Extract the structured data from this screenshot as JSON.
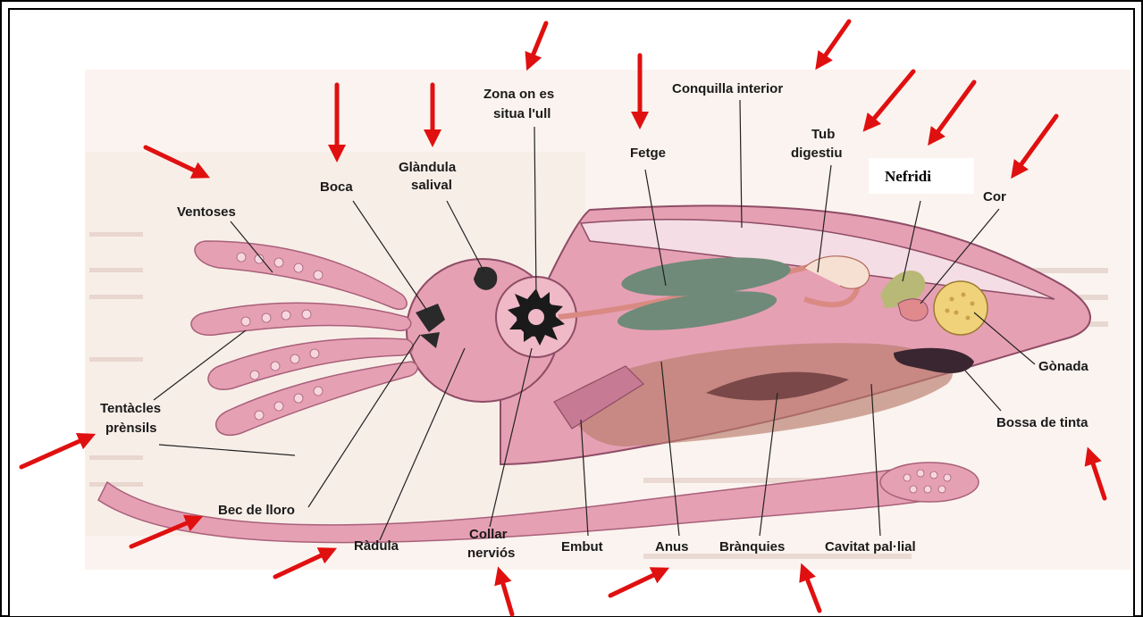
{
  "labels": {
    "ventoses": "Ventoses",
    "boca": "Boca",
    "glandula_line1": "Glàndula",
    "glandula_line2": "salival",
    "zona_line1": "Zona on es",
    "zona_line2": "situa l'ull",
    "fetge": "Fetge",
    "conquilla": "Conquilla interior",
    "tub_line1": "Tub",
    "tub_line2": "digestiu",
    "nefridi": "Nefridi",
    "cor": "Cor",
    "gonada": "Gònada",
    "bossa": "Bossa de tinta",
    "tentacles_line1": "Tentàcles",
    "tentacles_line2": "prènsils",
    "bec": "Bec de lloro",
    "radula": "Ràdula",
    "collar_line1": "Collar",
    "collar_line2": "nerviós",
    "embut": "Embut",
    "anus": "Anus",
    "branquies": "Brànquies",
    "cavitat": "Cavitat pal·lial"
  },
  "colors": {
    "arrow": "#e01010",
    "body": "#e6a0b4",
    "body_dark": "#c77a93",
    "gland_green": "#6f8a78",
    "ink_sac": "#3a2630",
    "gonad": "#efd27a"
  },
  "icons": {
    "arrows": "red-pointer-arrow-icon"
  }
}
